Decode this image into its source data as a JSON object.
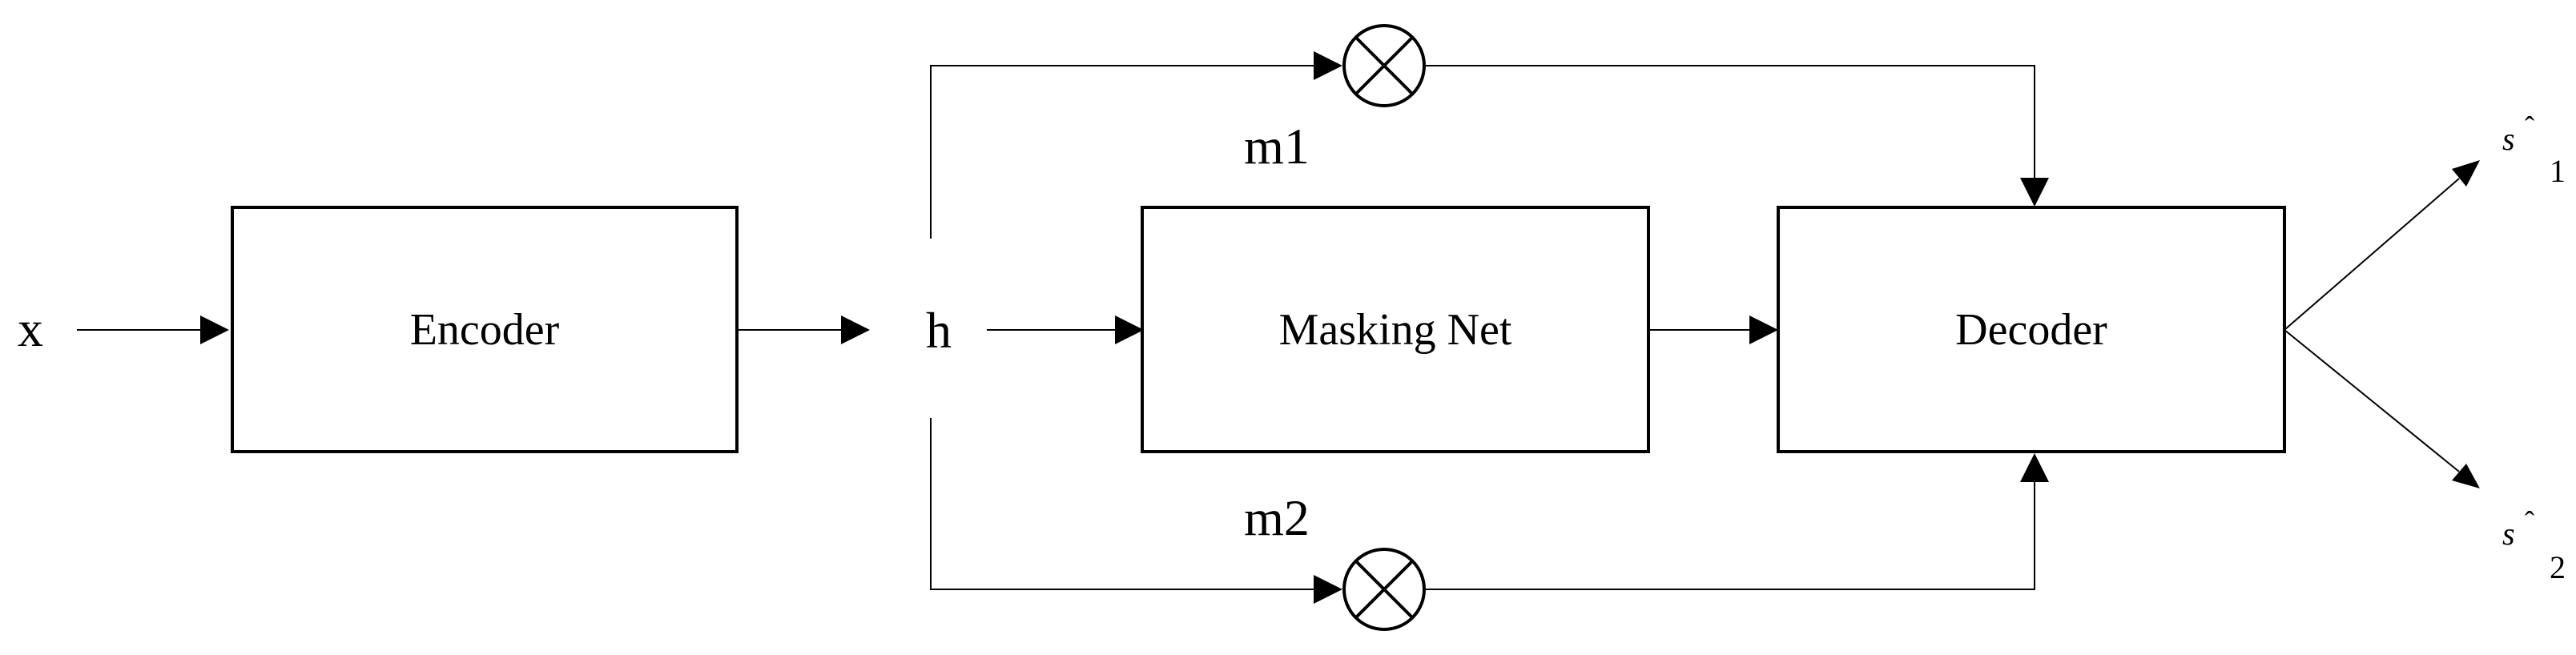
{
  "diagram": {
    "input_label": "x",
    "hidden_label": "h",
    "encoder_label": "Encoder",
    "masking_label": "Masking Net",
    "decoder_label": "Decoder",
    "mask1_label": "m1",
    "mask2_label": "m2",
    "output1": {
      "symbol": "s",
      "hat": "ˆ",
      "subscript": "1"
    },
    "output2": {
      "symbol": "s",
      "hat": "ˆ",
      "subscript": "2"
    }
  }
}
